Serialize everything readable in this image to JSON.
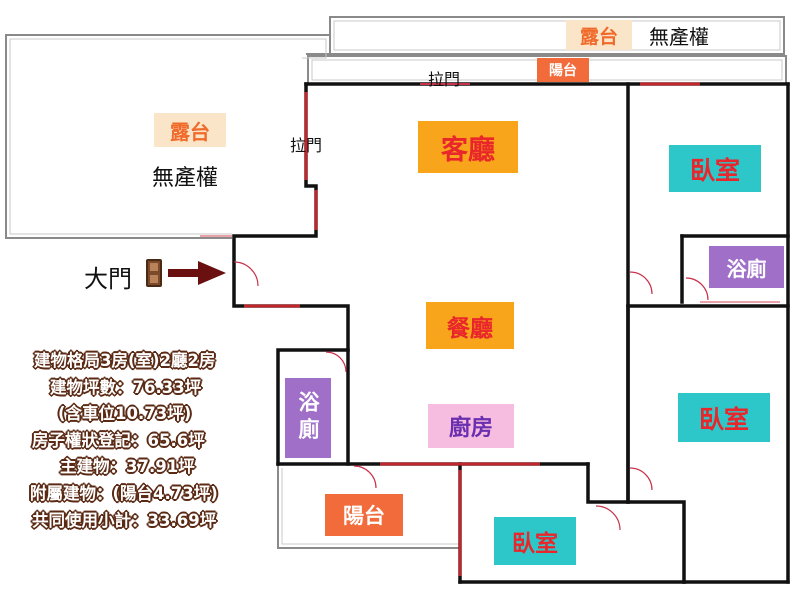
{
  "rooms": {
    "terrace_top": "露台",
    "balcony_top": "陽台",
    "terrace_left": "露台",
    "living_room": "客廳",
    "bedroom_top_right": "臥室",
    "bathroom_right": "浴廁",
    "dining_room": "餐廳",
    "bathroom_left": "浴廁",
    "kitchen": "廚房",
    "bedroom_right": "臥室",
    "balcony_bottom": "陽台",
    "bedroom_bottom": "臥室"
  },
  "labels": {
    "no_title_top": "無產權",
    "no_title_left": "無產權",
    "sliding_door_top": "拉門",
    "sliding_door_left": "拉門",
    "main_door": "大門"
  },
  "stats": [
    "建物格局3房(室)2廳2房",
    "建物坪數：76.33坪",
    "(含車位10.73坪)",
    "房子權狀登記：65.6坪",
    "主建物：37.91坪",
    "附屬建物：(陽台4.73坪)",
    "共同使用小計：33.69坪"
  ],
  "colors": {
    "terrace": "#fbe5c8",
    "terrace_text": "#f06a2a",
    "balcony": "#f26b3a",
    "living_dining": "#f9a51b",
    "living_dining_text": "#e8262b",
    "bedroom": "#2ec7c9",
    "bedroom_text": "#e8262b",
    "bathroom": "#a070c8",
    "kitchen": "#f7bde0",
    "kitchen_text": "#6a2fb0",
    "wall": "#111111",
    "red_wall": "#c0262b",
    "arrow": "#6a1010"
  }
}
